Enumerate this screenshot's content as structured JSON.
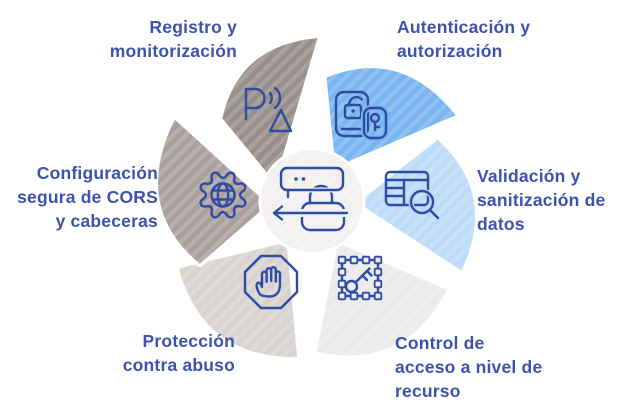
{
  "diagram": {
    "type": "segmented-cycle",
    "center": {
      "icon": "secure-api-message-lock-icon"
    },
    "colors": {
      "background": "#ffffff",
      "label_text": "#3c52b0",
      "icon_stroke": "#2e4ca3",
      "center_circle": "#f3f1f0",
      "gap": "#ffffff"
    },
    "segments": [
      {
        "id": "autenticacion",
        "label": "Autenticación y\nautorización",
        "color": "#79b5ef",
        "icon": "devices-unlock-key-icon"
      },
      {
        "id": "validacion",
        "label": "Validación y\nsanitización de\ndatos",
        "color": "#bcdbf7",
        "icon": "table-magnifier-icon"
      },
      {
        "id": "control-acceso",
        "label": "Control de\nacceso a nivel de\nrecurso",
        "color": "#ebebeb",
        "icon": "key-selection-frame-icon"
      },
      {
        "id": "proteccion",
        "label": "Protección\ncontra abuso",
        "color": "#d8d3cf",
        "icon": "stop-hand-octagon-icon"
      },
      {
        "id": "configuracion",
        "label": "Configuración\nsegura de CORS\ny cabeceras",
        "color": "#a9a09d",
        "icon": "gear-globe-icon"
      },
      {
        "id": "registro",
        "label": "Registro y\nmonitorización",
        "color": "#988e8a",
        "icon": "broadcast-antenna-icon"
      }
    ]
  }
}
